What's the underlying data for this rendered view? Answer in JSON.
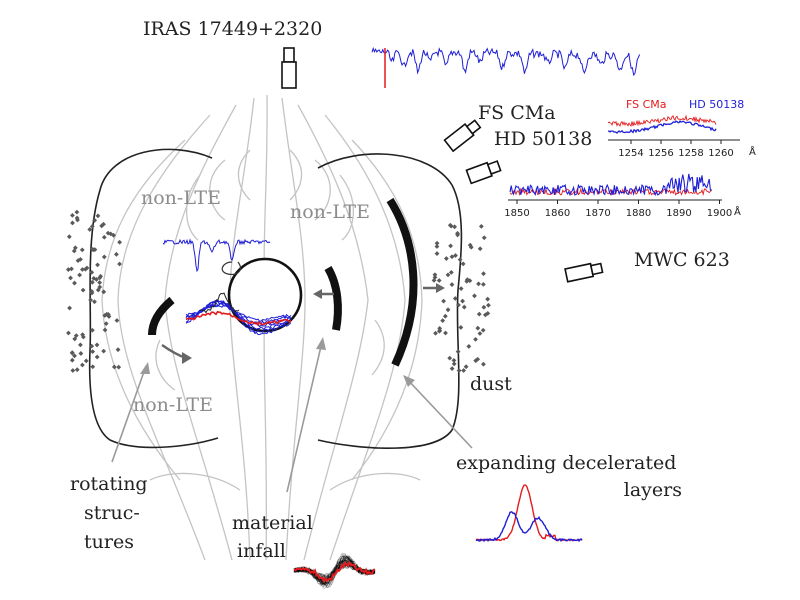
{
  "labels": {
    "iras": "IRAS 17449+2320",
    "fscma": "FS CMa",
    "hd": "HD 50138",
    "mwc": "MWC 623",
    "nonlte1": "non-LTE",
    "nonlte2": "non-LTE",
    "nonlte3": "non-LTE",
    "dust": "dust",
    "exp1": "expanding decelerated",
    "exp2": "layers",
    "rot1": "rotating",
    "rot2": "struc-",
    "rot3": "tures",
    "mat1": "material",
    "mat2": "infall"
  },
  "spectrum_top": {
    "legend": [
      "FS CMa",
      "HD 50138"
    ],
    "x_ticks": [
      "1254",
      "1256",
      "1258",
      "1260"
    ],
    "unit": "Å"
  },
  "spectrum_bottom": {
    "x_ticks": [
      "1850",
      "1860",
      "1870",
      "1880",
      "1890",
      "1900"
    ],
    "unit": "Å"
  },
  "colors": {
    "fs_cma": "#e41a1c",
    "hd_50138": "#1f1fd6",
    "field_lines": "#c4c4c4",
    "label_grey": "#8c8c8c",
    "outline": "#222222"
  },
  "icons": [
    "telescope-icon",
    "telescope-icon",
    "telescope-icon",
    "telescope-icon"
  ]
}
